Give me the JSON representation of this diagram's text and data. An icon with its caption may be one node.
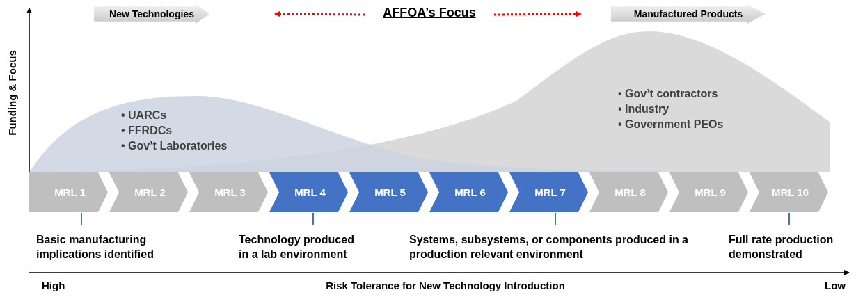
{
  "diagram": {
    "nodes": [
      {
        "text": [
          "New Technologies"
        ]
      },
      {
        "text": [
          "AFFOA’s Focus"
        ]
      },
      {
        "text": [
          "Manufactured Products"
        ]
      },
      {
        "text": [
          "• UARCs",
          "• FFRDCs",
          "• Gov’t Laboratories"
        ]
      },
      {
        "text": [
          "• Gov’t contractors",
          "• Industry",
          "• Government PEOs"
        ]
      },
      {
        "text": [
          "MRL 1"
        ]
      },
      {
        "text": [
          "MRL 2"
        ]
      },
      {
        "text": [
          "MRL 3"
        ]
      },
      {
        "text": [
          "MRL 4"
        ]
      },
      {
        "text": [
          "MRL 5"
        ]
      },
      {
        "text": [
          "MRL 6"
        ]
      },
      {
        "text": [
          "MRL 7"
        ]
      },
      {
        "text": [
          "MRL 8"
        ]
      },
      {
        "text": [
          "MRL 9"
        ]
      },
      {
        "text": [
          "MRL 10"
        ]
      },
      {
        "text": [
          "Basic manufacturing implications identified"
        ]
      },
      {
        "text": [
          "Technology produced in a lab environment"
        ]
      },
      {
        "text": [
          "Systems, subsystems, or components produced in a production relevant environment"
        ]
      },
      {
        "text": [
          "Full rate production demonstrated"
        ]
      }
    ],
    "edges": [
      {
        "from": 1,
        "to": null,
        "arrow": "to",
        "style": "dashed",
        "color": "#ff0000"
      },
      {
        "from": 1,
        "to": null,
        "arrow": "to",
        "style": "dashed",
        "color": "#ff0000"
      },
      {
        "from": 5,
        "to": 15,
        "arrow": "none"
      },
      {
        "from": 8,
        "to": 16,
        "arrow": "none"
      },
      {
        "from": 11,
        "to": 17,
        "arrow": "none"
      },
      {
        "from": 14,
        "to": 18,
        "arrow": "none"
      }
    ],
    "labels": [
      "Funding & Focus",
      "High",
      "Risk Tolerance for New Technology Introduction",
      "Low"
    ]
  }
}
